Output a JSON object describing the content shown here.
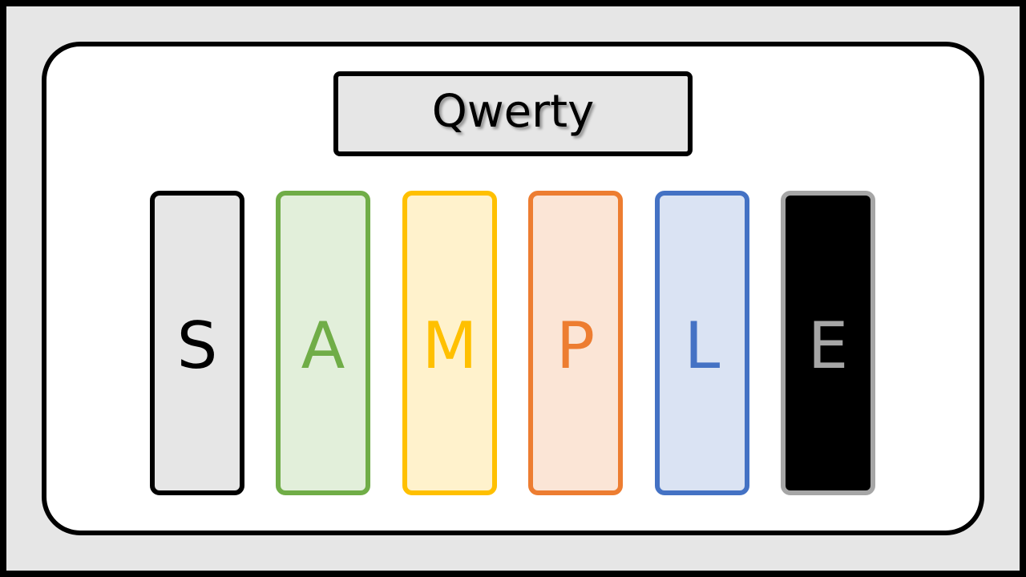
{
  "title": "Qwerty",
  "bars": [
    {
      "letter": "S",
      "fill": "#e6e6e6",
      "border": "#000000",
      "text_color": "#000000"
    },
    {
      "letter": "A",
      "fill": "#e2efda",
      "border": "#70ad47",
      "text_color": "#70ad47"
    },
    {
      "letter": "M",
      "fill": "#fff2cc",
      "border": "#ffc000",
      "text_color": "#ffc000"
    },
    {
      "letter": "P",
      "fill": "#fbe5d6",
      "border": "#ed7d31",
      "text_color": "#ed7d31"
    },
    {
      "letter": "L",
      "fill": "#dae3f3",
      "border": "#4472c4",
      "text_color": "#4472c4"
    },
    {
      "letter": "E",
      "fill": "#000000",
      "border": "#a6a6a6",
      "text_color": "#a6a6a6"
    }
  ]
}
